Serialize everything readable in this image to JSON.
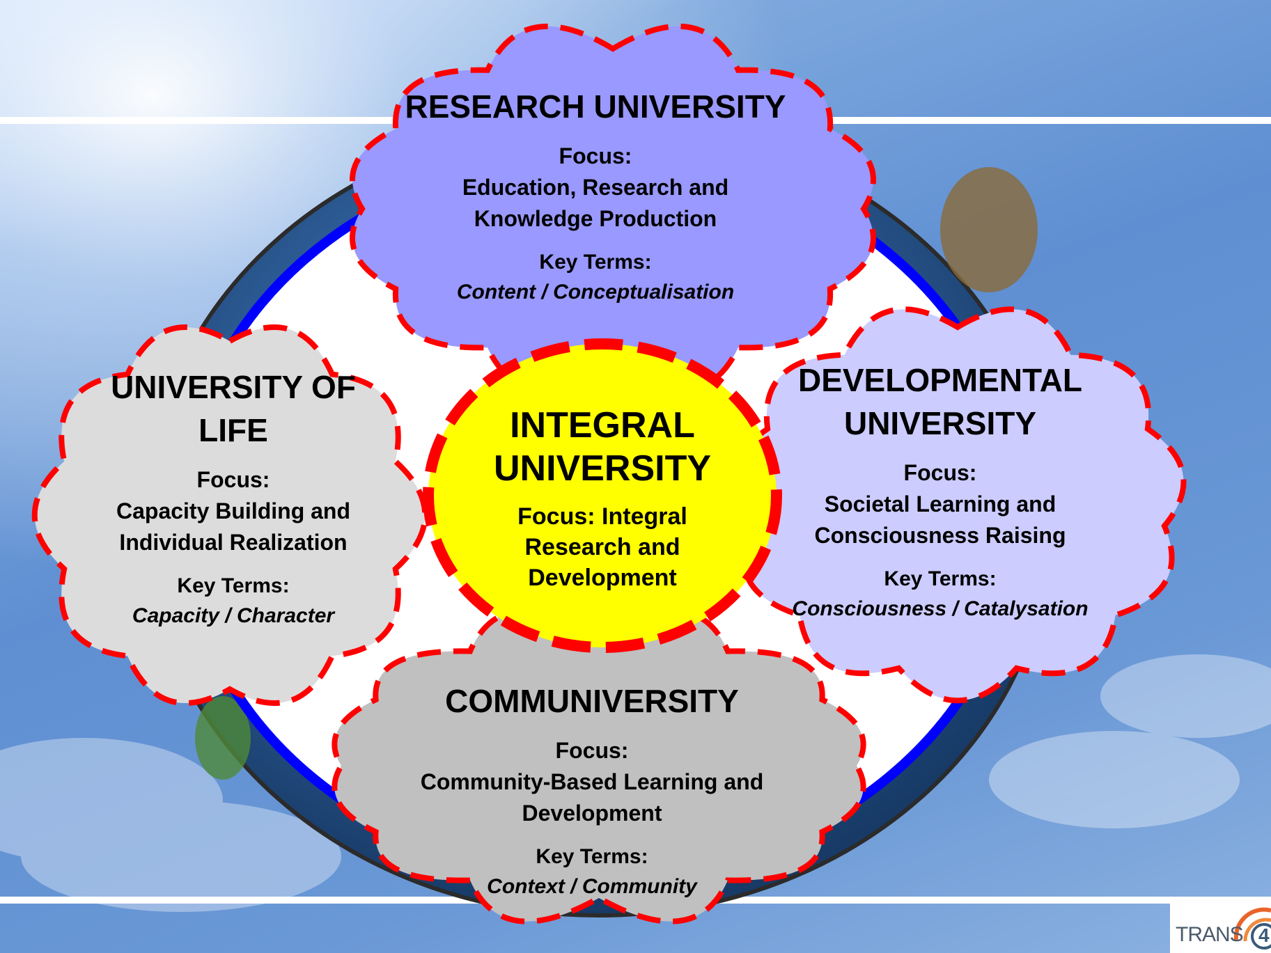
{
  "colors": {
    "research": "#9999ff",
    "developmental": "#ccccff",
    "life": "#dcdcdc",
    "communiversity": "#c0c0c0",
    "integral": "#ffff00",
    "dash": "#ff0000",
    "ring": "#0000ff"
  },
  "research": {
    "title": "RESEARCH UNIVERSITY",
    "focus_label": "Focus:",
    "focus_lines": [
      "Education, Research and",
      "Knowledge Production"
    ],
    "key_label": "Key Terms:",
    "key_terms": "Content / Conceptualisation"
  },
  "life": {
    "title_lines": [
      "UNIVERSITY OF",
      "LIFE"
    ],
    "focus_label": "Focus:",
    "focus_lines": [
      "Capacity Building and",
      "Individual Realization"
    ],
    "key_label": "Key Terms:",
    "key_terms": "Capacity / Character"
  },
  "developmental": {
    "title_lines": [
      "DEVELOPMENTAL",
      "UNIVERSITY"
    ],
    "focus_label": "Focus:",
    "focus_lines": [
      "Societal Learning and",
      "Consciousness Raising"
    ],
    "key_label": "Key Terms:",
    "key_terms": "Consciousness / Catalysation"
  },
  "communiversity": {
    "title": "COMMUNIVERSITY",
    "focus_label": "Focus:",
    "focus_lines": [
      "Community-Based Learning and",
      "Development"
    ],
    "key_label": "Key Terms:",
    "key_terms": "Context / Community"
  },
  "integral": {
    "title_lines": [
      "INTEGRAL",
      "UNIVERSITY"
    ],
    "focus_lines": [
      "Focus: Integral",
      "Research and",
      "Development"
    ]
  },
  "logo": {
    "text": "TRANS",
    "number": "4",
    "icon": "trans4m-logo-icon"
  }
}
